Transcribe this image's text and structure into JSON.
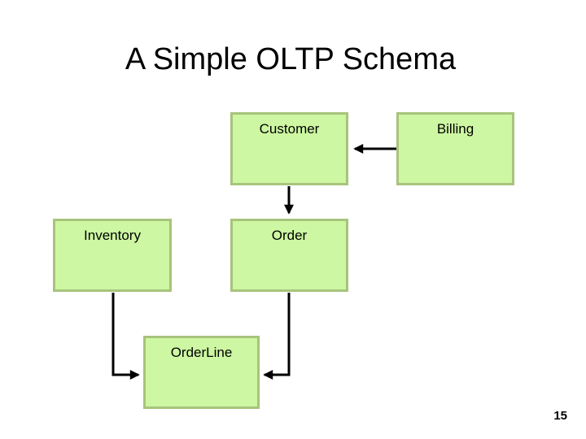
{
  "slide": {
    "title": "A Simple OLTP Schema"
  },
  "diagram": {
    "entities": [
      {
        "id": "customer",
        "label": "Customer"
      },
      {
        "id": "billing",
        "label": "Billing"
      },
      {
        "id": "inventory",
        "label": "Inventory"
      },
      {
        "id": "order",
        "label": "Order"
      },
      {
        "id": "orderline",
        "label": "OrderLine"
      }
    ],
    "connections": [
      {
        "from": "Billing",
        "to": "Customer"
      },
      {
        "from": "Customer",
        "to": "Order"
      },
      {
        "from": "Inventory",
        "to": "OrderLine"
      },
      {
        "from": "Order",
        "to": "OrderLine"
      }
    ],
    "colors": {
      "box_fill": "#cdf7a2",
      "box_border": "#a7c47c",
      "arrow": "#000000"
    }
  },
  "footer": {
    "page_number": "15"
  }
}
